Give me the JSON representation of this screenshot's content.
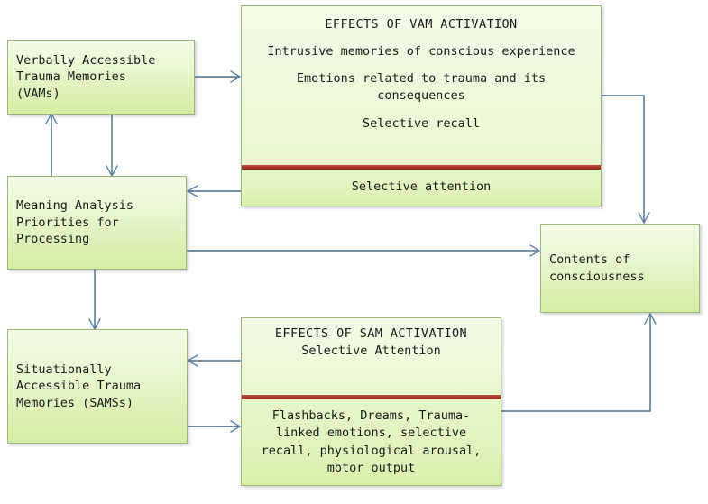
{
  "diagram": {
    "title": "Dual Representation Theory of PTSD flow diagram",
    "colors": {
      "node_border": "#9ab973",
      "node_fill_top": "#f4fbe6",
      "node_fill_bottom": "#d3eca4",
      "divider_red": "#ab3528",
      "arrow_blue": "#456b93"
    },
    "nodes": [
      {
        "id": "vams",
        "name": "verbally-accessible-trauma-memories",
        "lines": [
          "Verbally Accessible",
          "Trauma Memories",
          " (VAMs)"
        ]
      },
      {
        "id": "meaning",
        "name": "meaning-analysis-priorities",
        "lines": [
          "Meaning Analysis",
          "Priorities for",
          "Processing"
        ]
      },
      {
        "id": "sams",
        "name": "situationally-accessible-trauma-memories",
        "lines": [
          "Situationally",
          "Accessible Trauma",
          "Memories (SAMSs)"
        ]
      },
      {
        "id": "contents",
        "name": "contents-of-consciousness",
        "lines": [
          "Contents of",
          "consciousness"
        ]
      }
    ],
    "vam_effects": {
      "name": "effects-of-vam-activation",
      "title": "EFFECTS OF VAM ACTIVATION",
      "items": [
        "Intrusive memories of conscious experience",
        "Emotions related to trauma and its consequences",
        "Selective recall"
      ],
      "below_divider": "Selective attention"
    },
    "sam_effects": {
      "name": "effects-of-sam-activation",
      "title": "EFFECTS OF SAM ACTIVATION",
      "subtitle": "Selective Attention",
      "below_divider": "Flashbacks, Dreams, Trauma-linked emotions, selective recall, physiological arousal, motor output"
    },
    "edges": [
      {
        "name": "vams-to-vam-effects",
        "from": "vams",
        "to": "vam-effects"
      },
      {
        "name": "vams-to-meaning",
        "from": "vams",
        "to": "meaning"
      },
      {
        "name": "meaning-to-vams",
        "from": "meaning",
        "to": "vams"
      },
      {
        "name": "vam-effects-to-meaning",
        "from": "vam-effects",
        "to": "meaning"
      },
      {
        "name": "vam-effects-to-contents",
        "from": "vam-effects",
        "to": "contents"
      },
      {
        "name": "meaning-to-contents",
        "from": "meaning",
        "to": "contents"
      },
      {
        "name": "meaning-to-sams",
        "from": "meaning",
        "to": "sams"
      },
      {
        "name": "sam-effects-to-sams",
        "from": "sam-effects",
        "to": "sams"
      },
      {
        "name": "sams-to-sam-effects",
        "from": "sams",
        "to": "sam-effects"
      },
      {
        "name": "sam-effects-to-contents",
        "from": "sam-effects",
        "to": "contents"
      }
    ]
  }
}
